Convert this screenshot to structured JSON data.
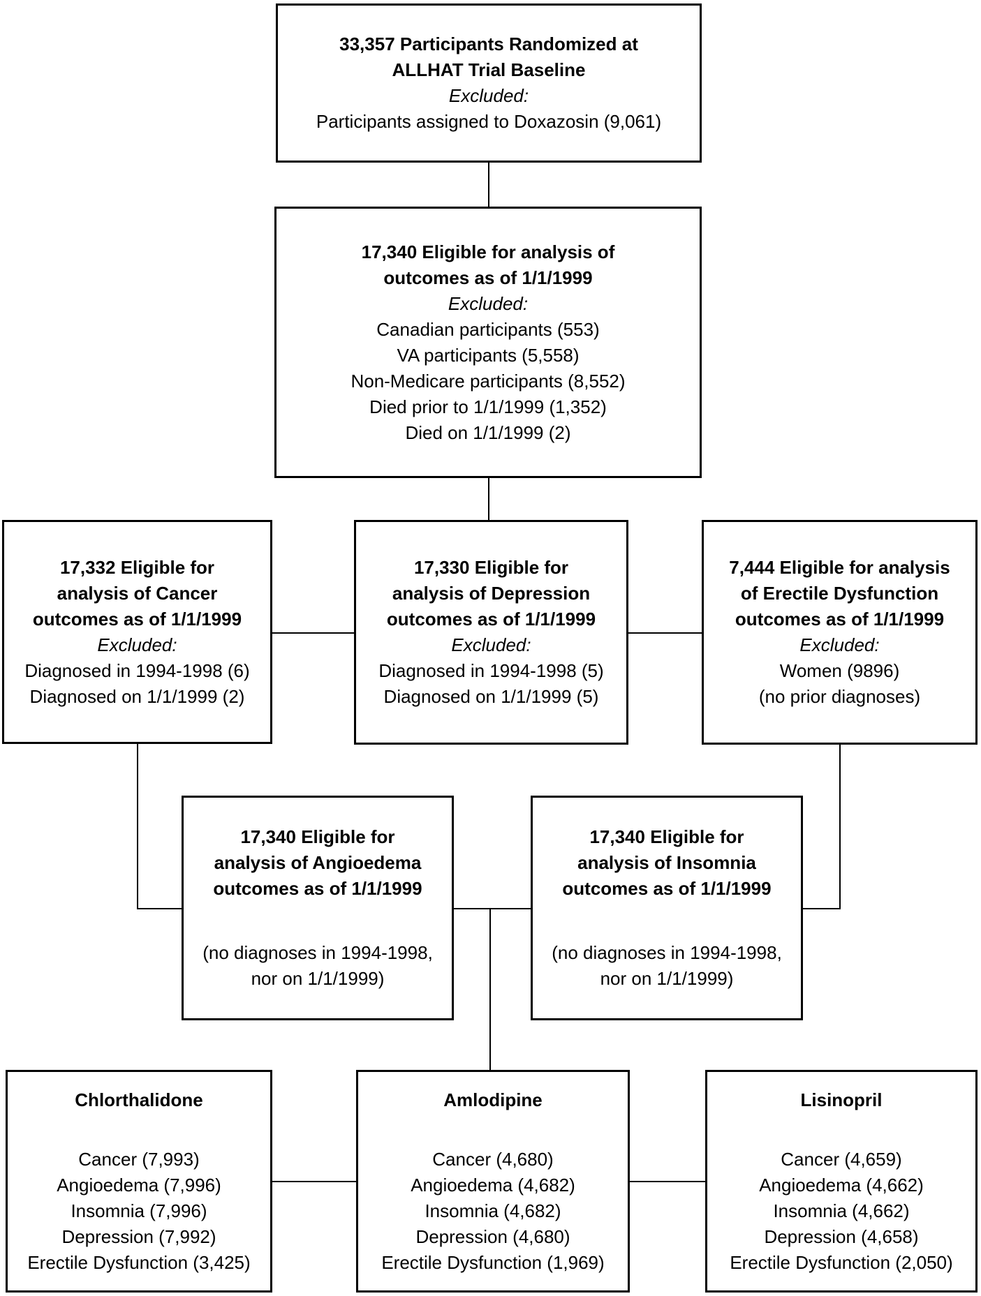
{
  "colors": {
    "background": "#ffffff",
    "box_border": "#000000",
    "connector": "#000000",
    "text": "#000000"
  },
  "boxes": {
    "randomized": {
      "heading_lines": [
        "33,357 Participants Randomized at",
        "ALLHAT Trial Baseline"
      ],
      "excluded_label": "Excluded:",
      "items": [
        "Participants assigned to Doxazosin (9,061)"
      ]
    },
    "eligible_all": {
      "heading_lines": [
        "17,340 Eligible for analysis of",
        "outcomes as of 1/1/1999"
      ],
      "excluded_label": "Excluded:",
      "items": [
        "Canadian participants (553)",
        "VA participants (5,558)",
        "Non-Medicare participants (8,552)",
        "Died prior to 1/1/1999 (1,352)",
        "Died on 1/1/1999 (2)"
      ]
    },
    "cancer": {
      "heading_lines": [
        "17,332 Eligible for",
        "analysis of Cancer",
        "outcomes as of 1/1/1999"
      ],
      "excluded_label": "Excluded:",
      "items": [
        "Diagnosed in 1994-1998 (6)",
        "Diagnosed on 1/1/1999 (2)"
      ]
    },
    "depression": {
      "heading_lines": [
        "17,330 Eligible for",
        "analysis of Depression",
        "outcomes as of 1/1/1999"
      ],
      "excluded_label": "Excluded:",
      "items": [
        "Diagnosed in 1994-1998 (5)",
        "Diagnosed on 1/1/1999 (5)"
      ]
    },
    "erectile_dysfunction": {
      "heading_lines": [
        "7,444 Eligible for analysis",
        "of Erectile Dysfunction",
        "outcomes as of 1/1/1999"
      ],
      "excluded_label": "Excluded:",
      "items": [
        "Women (9896)",
        "(no prior diagnoses)"
      ]
    },
    "angioedema": {
      "heading_lines": [
        "17,340 Eligible for",
        "analysis of Angioedema",
        "outcomes as of 1/1/1999"
      ],
      "items": [
        "(no diagnoses in 1994-1998,",
        "nor on 1/1/1999)"
      ]
    },
    "insomnia": {
      "heading_lines": [
        "17,340 Eligible for",
        "analysis of Insomnia",
        "outcomes as of 1/1/1999"
      ],
      "items": [
        "(no diagnoses in 1994-1998,",
        "nor on 1/1/1999)"
      ]
    },
    "chlorthalidone": {
      "title": "Chlorthalidone",
      "items": [
        "Cancer (7,993)",
        "Angioedema (7,996)",
        "Insomnia (7,996)",
        "Depression (7,992)",
        "Erectile Dysfunction (3,425)"
      ]
    },
    "amlodipine": {
      "title": "Amlodipine",
      "items": [
        "Cancer (4,680)",
        "Angioedema (4,682)",
        "Insomnia (4,682)",
        "Depression (4,680)",
        "Erectile Dysfunction (1,969)"
      ]
    },
    "lisinopril": {
      "title": "Lisinopril",
      "items": [
        "Cancer (4,659)",
        "Angioedema (4,662)",
        "Insomnia (4,662)",
        "Depression (4,658)",
        "Erectile Dysfunction (2,050)"
      ]
    }
  }
}
